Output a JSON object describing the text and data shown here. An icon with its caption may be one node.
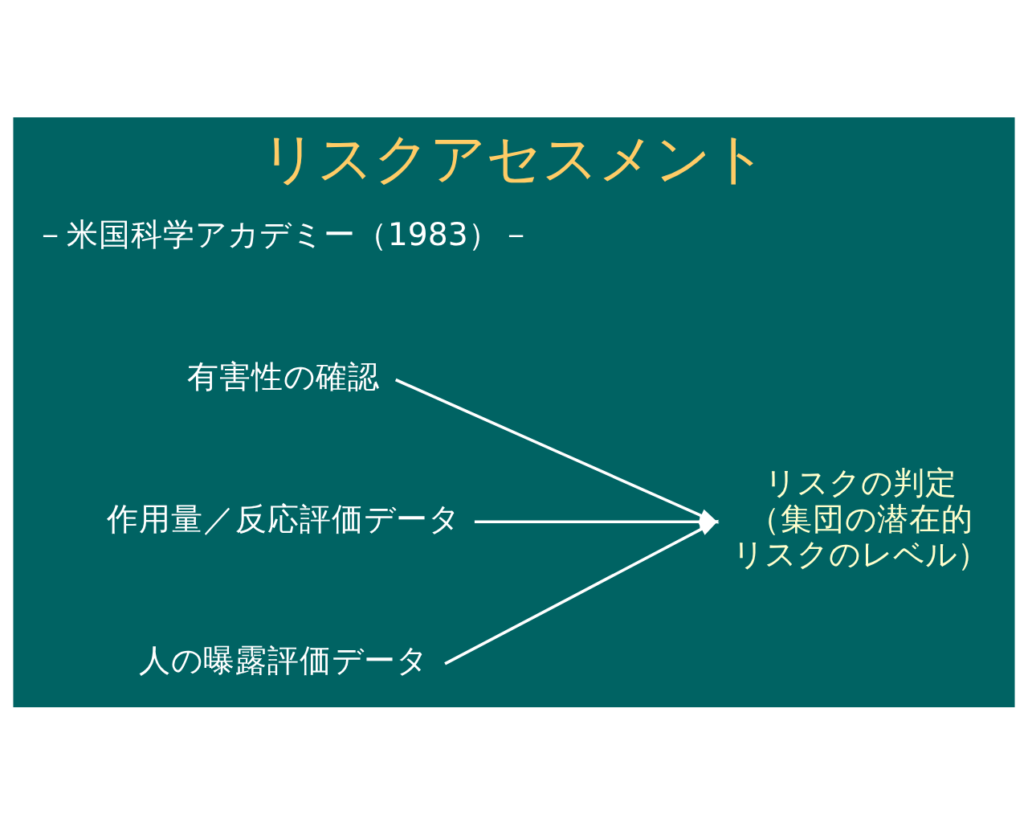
{
  "diagram": {
    "title": "リスクアセスメント",
    "nodes": [
      {
        "text": [
          "有害性の確認"
        ]
      },
      {
        "text": [
          "作用量／反応評価データ"
        ]
      },
      {
        "text": [
          "人の曝露評価データ"
        ]
      },
      {
        "text": [
          "リスクの判定",
          "（集団の潜在的リスクのレベル）"
        ]
      }
    ],
    "edges": [
      {
        "from": 0,
        "to": 3,
        "arrow": "to"
      },
      {
        "from": 1,
        "to": 3,
        "arrow": "to"
      },
      {
        "from": 2,
        "to": 3,
        "arrow": "to"
      }
    ],
    "labels": [
      "－米国科学アカデミー（1983）－"
    ]
  }
}
